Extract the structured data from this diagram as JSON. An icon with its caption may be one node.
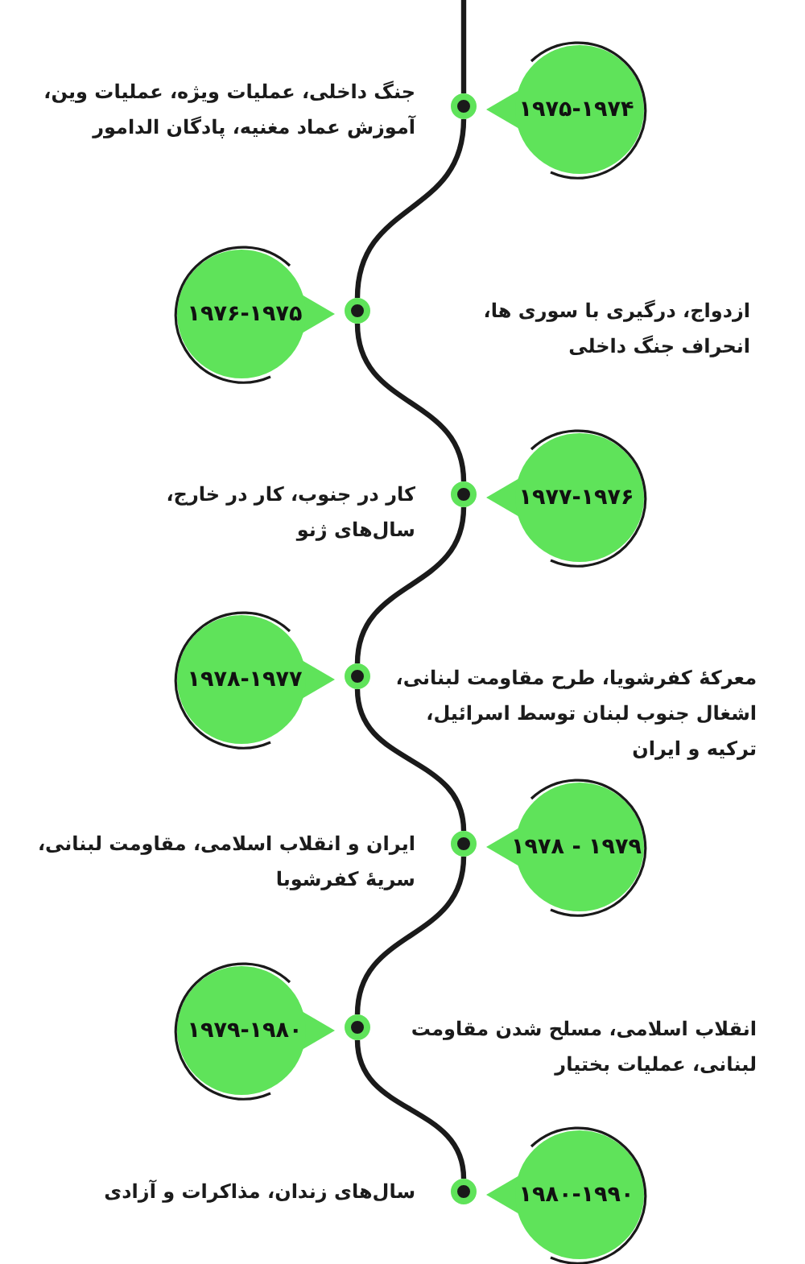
{
  "diagram": {
    "nodes": [
      {
        "text": [],
        "shape": "circle"
      },
      {
        "text": [
          "۱۹۷۵-۱۹۷۴"
        ]
      },
      {
        "text": [],
        "shape": "circle"
      },
      {
        "text": [
          "۱۹۷۶-۱۹۷۵"
        ]
      },
      {
        "text": [],
        "shape": "circle"
      },
      {
        "text": [
          "۱۹۷۷-۱۹۷۶"
        ]
      },
      {
        "text": [],
        "shape": "circle"
      },
      {
        "text": [
          "۱۹۷۸-۱۹۷۷"
        ]
      },
      {
        "text": [],
        "shape": "circle"
      },
      {
        "text": [
          "۱۹۷۸ - ۱۹۷۹"
        ]
      },
      {
        "text": [],
        "shape": "circle"
      },
      {
        "text": [
          "۱۹۷۹-۱۹۸۰"
        ]
      },
      {
        "text": [],
        "shape": "circle"
      },
      {
        "text": [
          "۱۹۸۰-۱۹۹۰"
        ]
      }
    ],
    "edges": [
      {
        "from": null,
        "to": 0,
        "arrow": "none"
      },
      {
        "from": 0,
        "to": 2,
        "arrow": "none"
      },
      {
        "from": 2,
        "to": 4,
        "arrow": "none"
      },
      {
        "from": 4,
        "to": 6,
        "arrow": "none"
      },
      {
        "from": 6,
        "to": 8,
        "arrow": "none"
      },
      {
        "from": 8,
        "to": 10,
        "arrow": "none"
      },
      {
        "from": 10,
        "to": 12,
        "arrow": "none"
      }
    ],
    "labels": [
      "جنگ داخلی، عملیات ویژه، عملیات وین، آموزش عماد مغنیه، پادگان الدامور",
      "ازدواج، درگیری با سوری ها، انحراف جنگ داخلی",
      "کار در جنوب، کار در خارج، سال‌های ژنو",
      "معرکهٔ کفرشویا، طرح مقاومت لبنانی، اشغال جنوب لبنان توسط اسرائیل، ترکیه و ایران",
      "ایران و انقلاب اسلامی، مقاومت لبنانی، سریهٔ کفرشوبا",
      "انقلاب اسلامی، مسلح شدن مقاومت لبنانی، عملیات بختیار",
      "سال‌های زندان، مذاکرات و آزادی"
    ]
  }
}
